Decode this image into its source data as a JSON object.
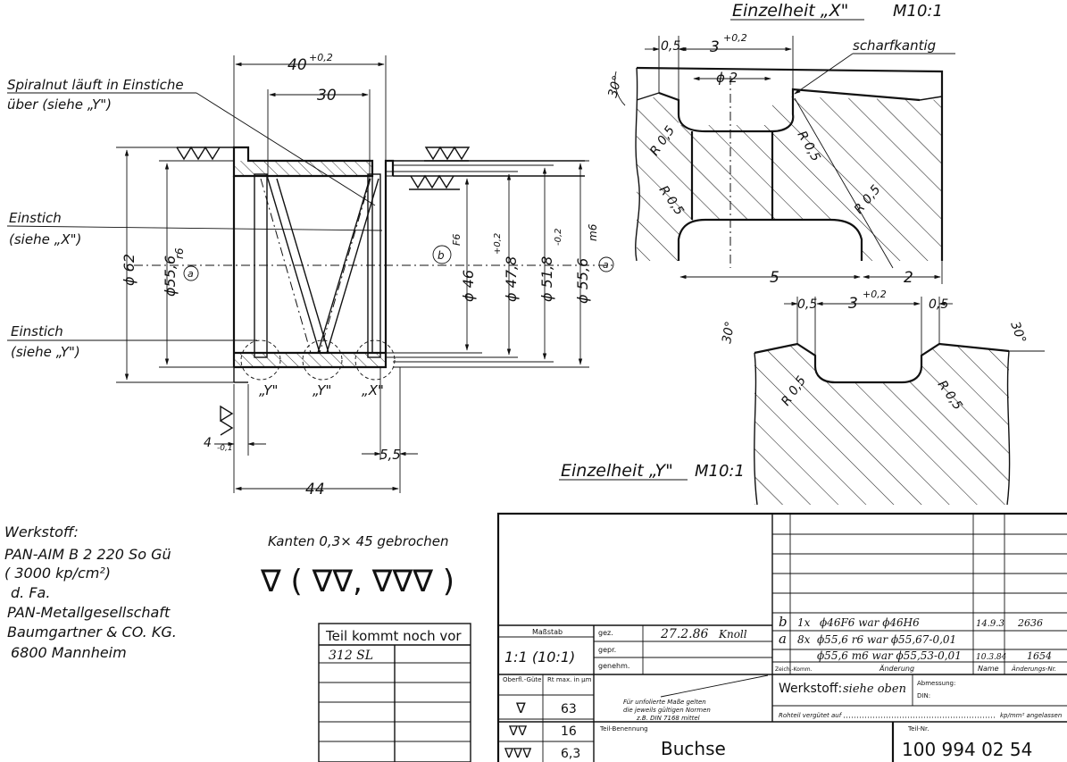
{
  "detail_x": {
    "title": "Einzelheit „X\"",
    "scale": "M10:1",
    "sharp_edge": "scharfkantig",
    "dim_05": "0,5",
    "dim_3": "3",
    "dim_3_tol": "+0,2",
    "dim_d2": "ϕ 2",
    "dim_30deg": "30°",
    "radius": "R 0,5",
    "dim_5": "5",
    "dim_2": "2"
  },
  "detail_y": {
    "title": "Einzelheit „Y\"",
    "scale": "M10:1",
    "dim_05": "0,5",
    "dim_3": "3",
    "dim_3_tol": "+0,2",
    "dim_30deg": "30°",
    "radius": "R 0,5"
  },
  "main_view": {
    "dim_40": "40",
    "dim_40_tol": "+0,2",
    "dim_30": "30",
    "dim_44": "44",
    "dim_55": "5,5",
    "dim_4": "4",
    "dim_4_tol": "-0,1",
    "spiral_note_1": "Spiralnut läuft in Einstiche",
    "spiral_note_2": "über (siehe „Y\")",
    "groove_x_1": "Einstich",
    "groove_x_2": "(siehe „X\")",
    "groove_y_1": "Einstich",
    "groove_y_2": "(siehe „Y\")",
    "dia_62": "ϕ 62",
    "dia_556r6": "ϕ55,6",
    "dia_556r6_fit": "r6",
    "dia_46": "ϕ 46",
    "dia_46_fit": "F6",
    "dia_478": "ϕ 47,8",
    "dia_478_tol": "+0,2",
    "dia_518": "ϕ 51,8",
    "dia_518_tol": "-0,2",
    "dia_556m6": "ϕ 55,6",
    "dia_556m6_fit": "m6",
    "mark_a": "a",
    "mark_b": "b",
    "label_y1": "„Y\"",
    "label_y2": "„Y\"",
    "label_x": "„X\""
  },
  "material": {
    "label": "Werkstoff:",
    "line1": "PAN-AIM B 2  220  So Gü",
    "line2": "( 3000 kp/cm²)",
    "line3": "d. Fa.",
    "line4": "PAN-Metallgesellschaft",
    "line5": "Baumgartner & CO. KG.",
    "line6": "6800  Mannheim"
  },
  "edges_note": "Kanten 0,3× 45 gebrochen",
  "surface_symbols": "∇ ( ∇∇, ∇∇∇ )",
  "part_before": {
    "header": "Teil kommt noch vor",
    "entry": "312 SL"
  },
  "title_block": {
    "scale_label": "Maßstab",
    "scale_value": "1:1 (10:1)",
    "drawn_label": "gez.",
    "drawn_date": "27.2.86",
    "drawn_name": "Knoll",
    "checked_label": "gepr.",
    "approved_label": "genehm.",
    "surface_label": "Oberfl.-Güte",
    "roughness_label": "Rt max. in µm",
    "rough_rows": [
      {
        "sym": "∇",
        "val": "63"
      },
      {
        "sym": "∇∇",
        "val": "16"
      },
      {
        "sym": "∇∇∇",
        "val": "6,3"
      }
    ],
    "tolerance_note_1": "Für unfolierte Maße gelten",
    "tolerance_note_2": "die jeweils gültigen Normen",
    "tolerance_note_3": "z.B. DIN 7168 mittel",
    "rev_b": {
      "mark": "b",
      "count": "1x",
      "text": "ϕ46F6 war ϕ46H6",
      "date": "14.9.3",
      "name": "2636"
    },
    "rev_a1": {
      "mark": "a",
      "count": "8x",
      "text": "ϕ55,6 r6 war ϕ55,67-0,01"
    },
    "rev_a2": {
      "text": "ϕ55,6 m6 war ϕ55,53-0,01",
      "date": "10.3.84",
      "name": "1654"
    },
    "change_label": "Änderung",
    "name_label": "Name",
    "change_no_label": "Änderungs-Nr.",
    "zeich_label": "Zeich.-Komm.",
    "material_label": "Werkstoff:",
    "material_value": "siehe oben",
    "dimension_label": "Abmessung:",
    "din_label": "DIN:",
    "raw_label": "Rohteil vergütet auf",
    "raw_unit": "kp/mm² angelassen",
    "part_name_label": "Teil-Benennung",
    "part_name": "Buchse",
    "part_no_label": "Teil-Nr.",
    "part_no": "100 994 02 54"
  }
}
